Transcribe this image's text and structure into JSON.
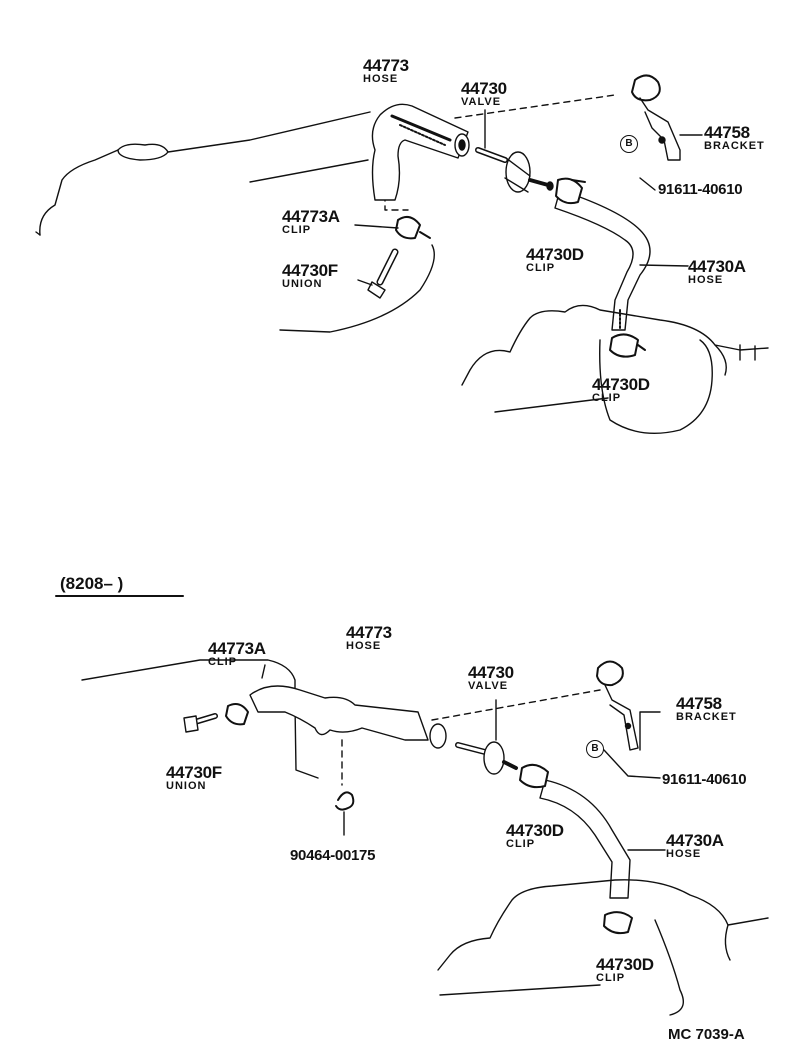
{
  "diagram": {
    "top": {
      "hose_44773": {
        "pn": "44773",
        "name": "HOSE"
      },
      "valve_44730": {
        "pn": "44730",
        "name": "VALVE"
      },
      "bracket_44758": {
        "pn": "44758",
        "name": "BRACKET"
      },
      "bolt": {
        "mark": "B",
        "pn": "91611-40610"
      },
      "clip_44773A": {
        "pn": "44773A",
        "name": "CLIP"
      },
      "union_44730F": {
        "pn": "44730F",
        "name": "UNION"
      },
      "clip_44730D_upper": {
        "pn": "44730D",
        "name": "CLIP"
      },
      "hose_44730A": {
        "pn": "44730A",
        "name": "HOSE"
      },
      "clip_44730D_lower": {
        "pn": "44730D",
        "name": "CLIP"
      }
    },
    "bottom": {
      "section_label": "(8208–        )",
      "clip_44773A": {
        "pn": "44773A",
        "name": "CLIP"
      },
      "hose_44773": {
        "pn": "44773",
        "name": "HOSE"
      },
      "valve_44730": {
        "pn": "44730",
        "name": "VALVE"
      },
      "bracket_44758": {
        "pn": "44758",
        "name": "BRACKET"
      },
      "bolt": {
        "mark": "B",
        "pn": "91611-40610"
      },
      "union_44730F": {
        "pn": "44730F",
        "name": "UNION"
      },
      "clamp_90464": {
        "pn": "90464-00175"
      },
      "clip_44730D_upper": {
        "pn": "44730D",
        "name": "CLIP"
      },
      "hose_44730A": {
        "pn": "44730A",
        "name": "HOSE"
      },
      "clip_44730D_lower": {
        "pn": "44730D",
        "name": "CLIP"
      }
    },
    "figure_ref": "MC  7039-A"
  }
}
